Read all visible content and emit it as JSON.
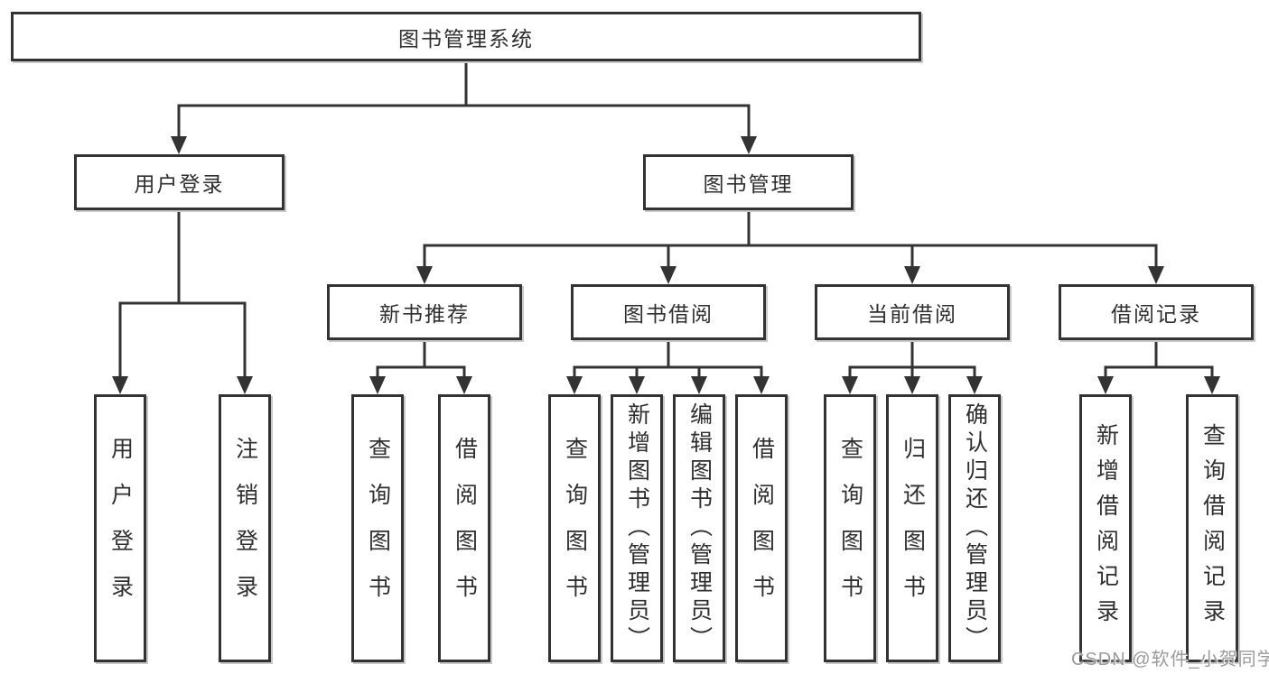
{
  "page": {
    "background_color": "#ffffff",
    "line_color": "#333333",
    "text_color": "#2f2f2f",
    "watermark_color": "#9b9b9b"
  },
  "root": {
    "label": "图书管理系统"
  },
  "nodes": {
    "user_login": {
      "label": "用户登录",
      "children": [
        "用户登录",
        "注销登录"
      ]
    },
    "book_mgmt": {
      "label": "图书管理"
    },
    "new_book_rec": {
      "label": "新书推荐",
      "children": [
        "查询图书",
        "借阅图书"
      ]
    },
    "book_borrow": {
      "label": "图书借阅",
      "children": [
        "查询图书",
        "新增图书（管理员）",
        "编辑图书（管理员）",
        "借阅图书"
      ]
    },
    "current_borrow": {
      "label": "当前借阅",
      "children": [
        "查询图书",
        "归还图书",
        "确认归还（管理员）"
      ]
    },
    "borrow_record": {
      "label": "借阅记录",
      "children": [
        "新增借阅记录",
        "查询借阅记录"
      ]
    }
  },
  "watermark": "CSDN @软件_小贺同学"
}
